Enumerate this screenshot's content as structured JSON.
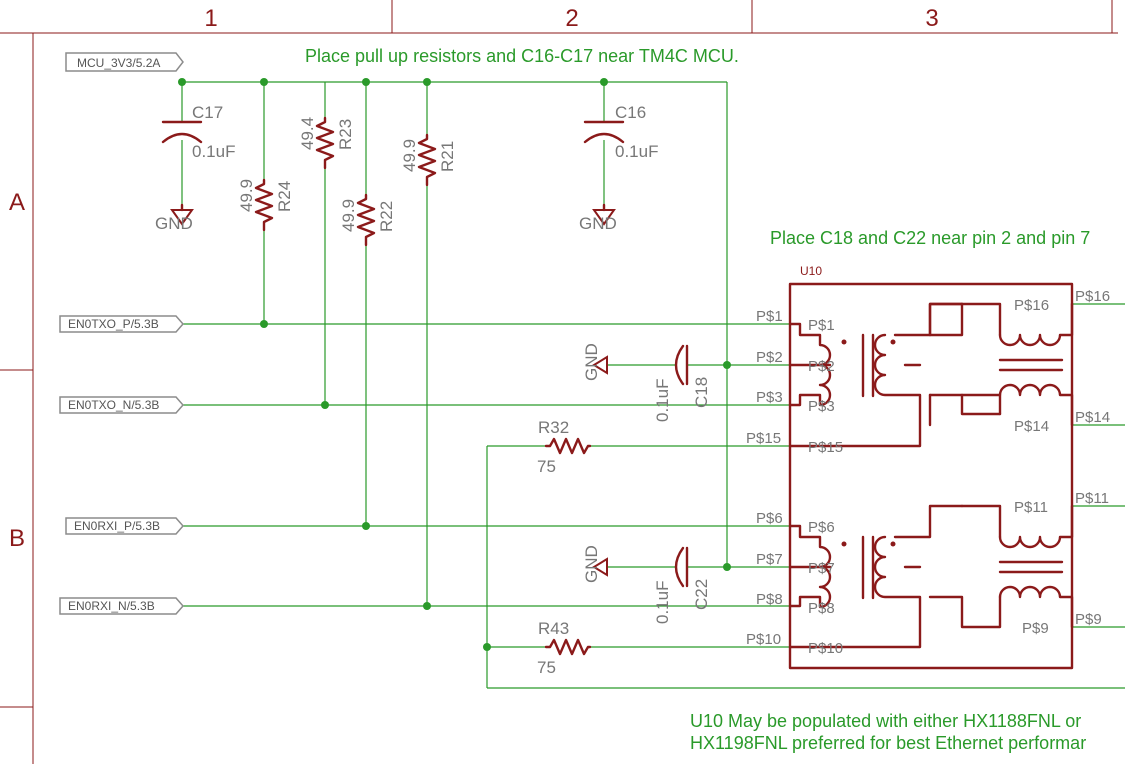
{
  "frame": {
    "columns": [
      "1",
      "2",
      "3"
    ],
    "rows": [
      "A",
      "B"
    ]
  },
  "notes": {
    "top": "Place pull up resistors and C16-C17 near TM4C MCU.",
    "caps": "Place C18 and C22 near pin 2 and pin 7",
    "bottom_line1": "U10 May be populated with either HX1188FNL or",
    "bottom_line2": "HX1198FNL preferred for best Ethernet performar"
  },
  "ports": {
    "vcc": "MCU_3V3/5.2A",
    "tx_p": "EN0TXO_P/5.3B",
    "tx_n": "EN0TXO_N/5.3B",
    "rx_p": "EN0RXI_P/5.3B",
    "rx_n": "EN0RXI_N/5.3B"
  },
  "components": {
    "c17": {
      "name": "C17",
      "value": "0.1uF"
    },
    "c16": {
      "name": "C16",
      "value": "0.1uF"
    },
    "c18": {
      "name": "C18",
      "value": "0.1uF"
    },
    "c22": {
      "name": "C22",
      "value": "0.1uF"
    },
    "r24": {
      "name": "R24",
      "value": "49.9"
    },
    "r23": {
      "name": "R23",
      "value": "49.4"
    },
    "r22": {
      "name": "R22",
      "value": "49.9"
    },
    "r21": {
      "name": "R21",
      "value": "49.9"
    },
    "r32": {
      "name": "R32",
      "value": "75"
    },
    "r43": {
      "name": "R43",
      "value": "75"
    },
    "u10": {
      "name": "U10"
    }
  },
  "gnd": "GND",
  "pins": {
    "p1": "P$1",
    "p2": "P$2",
    "p3": "P$3",
    "p15": "P$15",
    "p6": "P$6",
    "p7": "P$7",
    "p8": "P$8",
    "p10": "P$10",
    "p16": "P$16",
    "p14": "P$14",
    "p11": "P$11",
    "p9": "P$9"
  }
}
